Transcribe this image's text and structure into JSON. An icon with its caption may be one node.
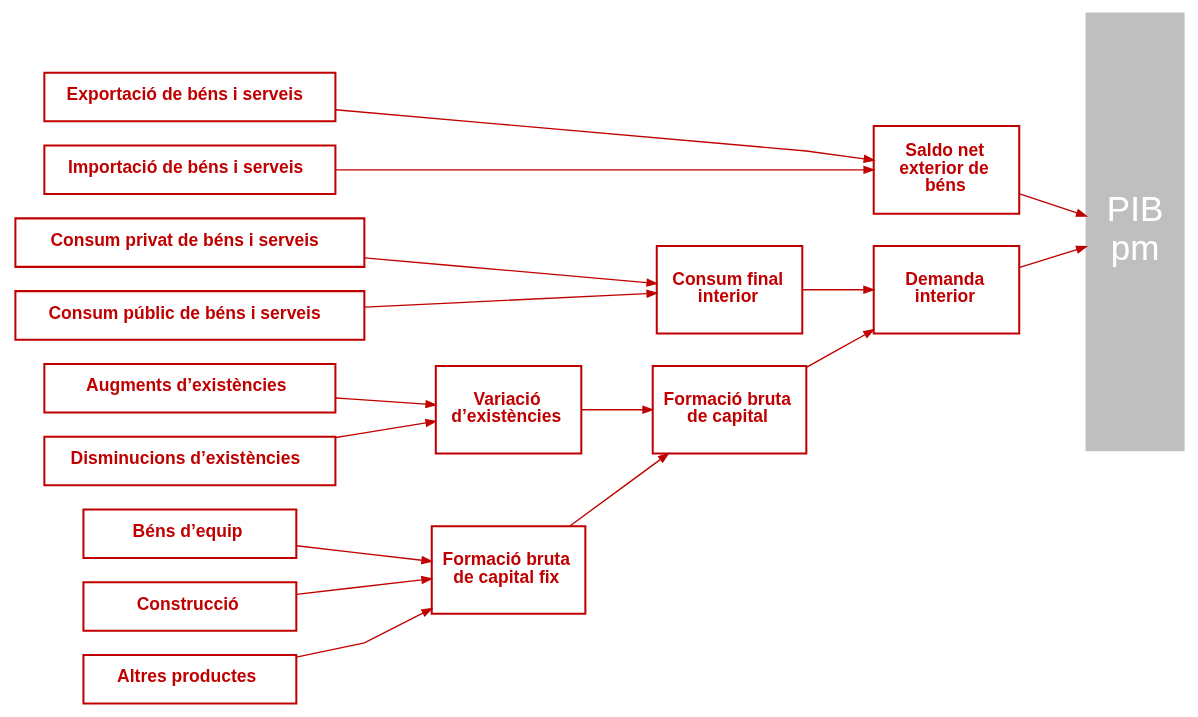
{
  "diagram": {
    "nodes": [
      {
        "text": [
          "Consum privat de béns i serveis"
        ]
      },
      {
        "text": [
          "Consum públic de béns i serveis"
        ]
      },
      {
        "text": [
          "Béns d’equip"
        ]
      },
      {
        "text": [
          "Construcció"
        ]
      },
      {
        "text": [
          "Altres productes"
        ]
      },
      {
        "text": [
          "Augments d’existències"
        ]
      },
      {
        "text": [
          "Disminucions d’existències"
        ]
      },
      {
        "text": [
          "Exportació de béns i serveis"
        ]
      },
      {
        "text": [
          "Importació de béns i serveis"
        ]
      },
      {
        "text": [
          "Consum final interior"
        ]
      },
      {
        "text": [
          "Formació bruta de capital fix"
        ]
      },
      {
        "text": [
          "Variació d’existències"
        ]
      },
      {
        "text": [
          "Formació bruta de capital"
        ]
      },
      {
        "text": [
          "Demanda interior"
        ]
      },
      {
        "text": [
          "Saldo net exterior de béns"
        ]
      },
      {
        "text": [
          "PIB pm"
        ]
      }
    ],
    "edges": [
      {
        "from": 0,
        "to": 9,
        "arrow": "to"
      },
      {
        "from": 1,
        "to": 9,
        "arrow": "to"
      },
      {
        "from": 2,
        "to": 10,
        "arrow": "to"
      },
      {
        "from": 3,
        "to": 10,
        "arrow": "to"
      },
      {
        "from": 4,
        "to": 10,
        "arrow": "to"
      },
      {
        "from": 5,
        "to": 11,
        "arrow": "to"
      },
      {
        "from": 6,
        "to": 11,
        "arrow": "to"
      },
      {
        "from": 7,
        "to": 14,
        "arrow": "to"
      },
      {
        "from": 8,
        "to": 14,
        "arrow": "to"
      },
      {
        "from": 9,
        "to": 13,
        "arrow": "to"
      },
      {
        "from": 10,
        "to": 12,
        "arrow": "to"
      },
      {
        "from": 11,
        "to": 12,
        "arrow": "to"
      },
      {
        "from": 12,
        "to": 13,
        "arrow": "to"
      },
      {
        "from": 13,
        "to": 15,
        "arrow": "to"
      },
      {
        "from": 14,
        "to": 15,
        "arrow": "to"
      }
    ]
  }
}
